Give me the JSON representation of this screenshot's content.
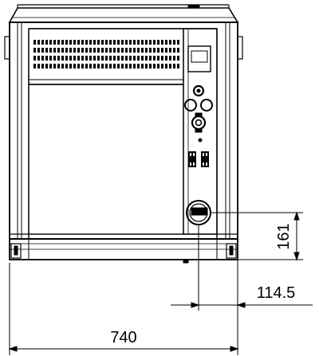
{
  "dimensions": {
    "overall_width": "740",
    "outlet_offset": "114.5",
    "outlet_height": "161"
  },
  "colors": {
    "line": "#000000",
    "background": "#ffffff"
  }
}
